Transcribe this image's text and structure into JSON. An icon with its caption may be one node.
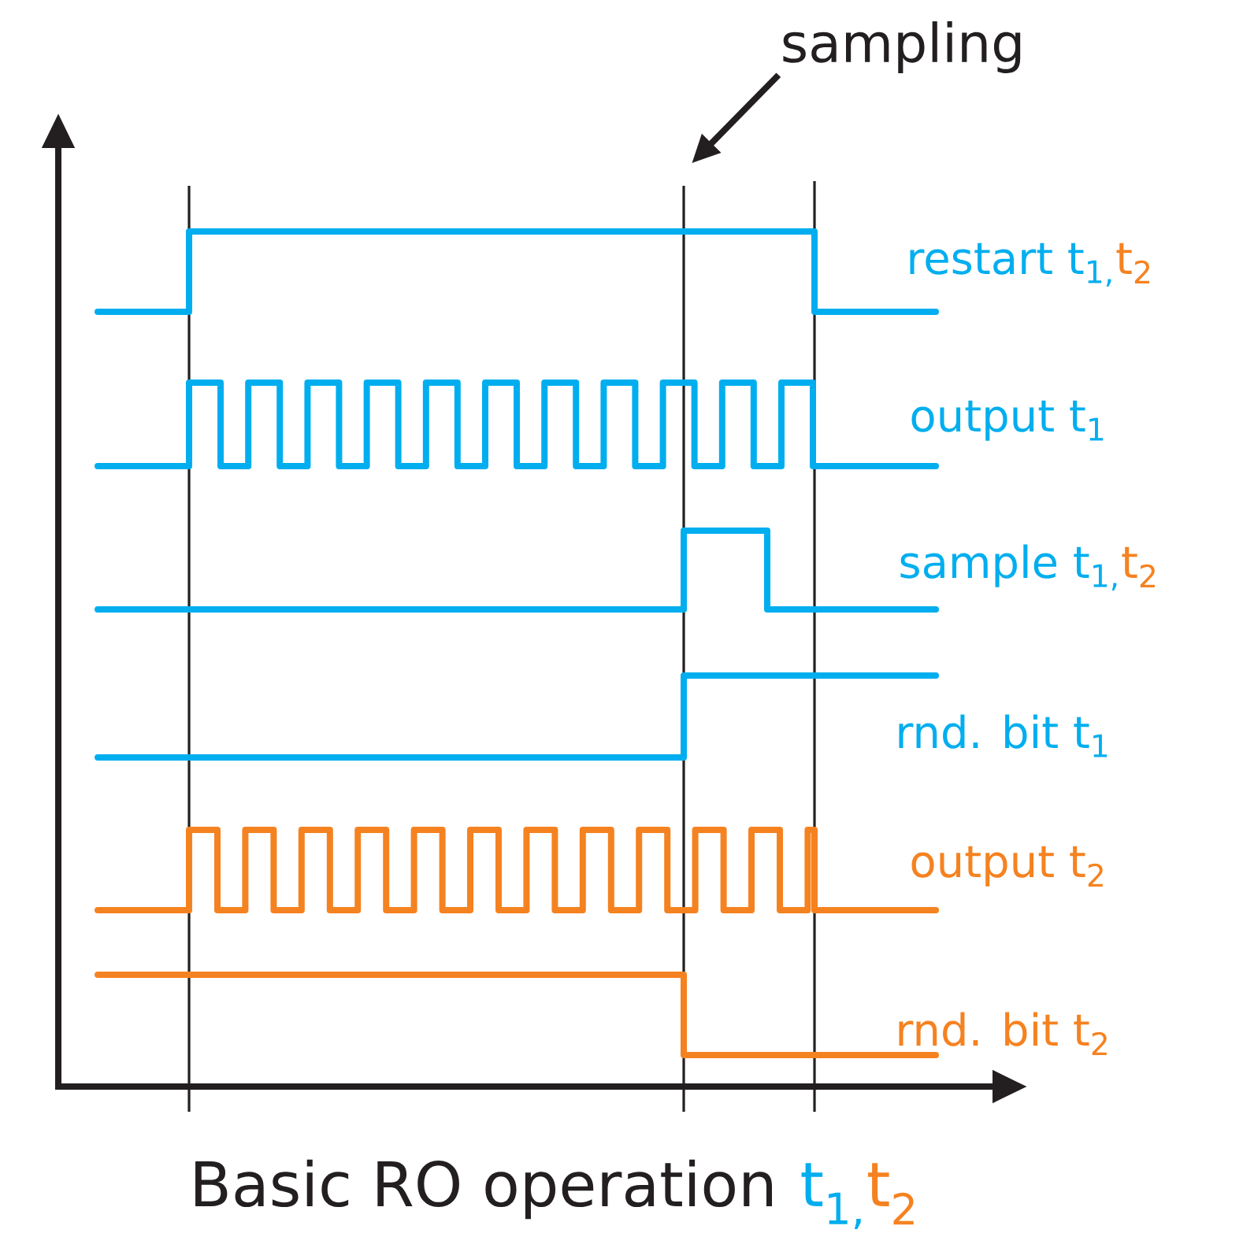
{
  "diagram": {
    "nodes": [
      {
        "text": [
          "sampling"
        ]
      },
      {
        "text": [],
        "shape": "bar"
      },
      {
        "text": [],
        "shape": "bar"
      },
      {
        "text": [],
        "shape": "bar"
      }
    ],
    "edges": [
      {
        "from": 0,
        "to": 2,
        "arrow": "to"
      }
    ],
    "labels": [
      "restart t$_{1,}$",
      "t$_{2}$",
      "output t$_{1}$",
      "sample t$_{1,}$",
      "t$_{2}$",
      "rnd. bit t$_{1}$",
      "output t$_{2}$",
      "rnd. bit t$_{2}$",
      "Basic RO operation",
      "t$_{1,}$",
      "t$_{2}$"
    ]
  }
}
